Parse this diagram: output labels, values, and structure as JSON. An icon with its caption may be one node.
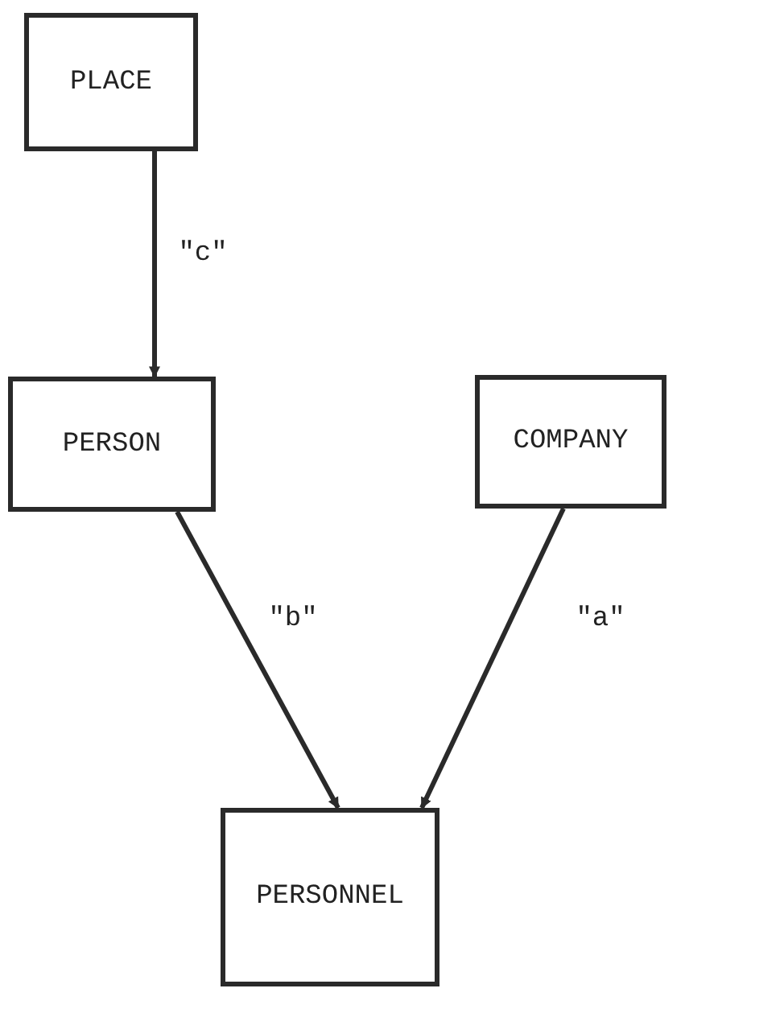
{
  "diagram": {
    "nodes": [
      {
        "text": [
          "PLACE"
        ]
      },
      {
        "text": [
          "PERSON"
        ]
      },
      {
        "text": [
          "COMPANY"
        ]
      },
      {
        "text": [
          "PERSONNEL"
        ]
      }
    ],
    "edges": [
      {
        "from": 0,
        "to": 1,
        "arrow": "to",
        "label": "\"c\""
      },
      {
        "from": 1,
        "to": 3,
        "arrow": "to",
        "label": "\"b\""
      },
      {
        "from": 2,
        "to": 3,
        "arrow": "to",
        "label": "\"a\""
      }
    ]
  }
}
